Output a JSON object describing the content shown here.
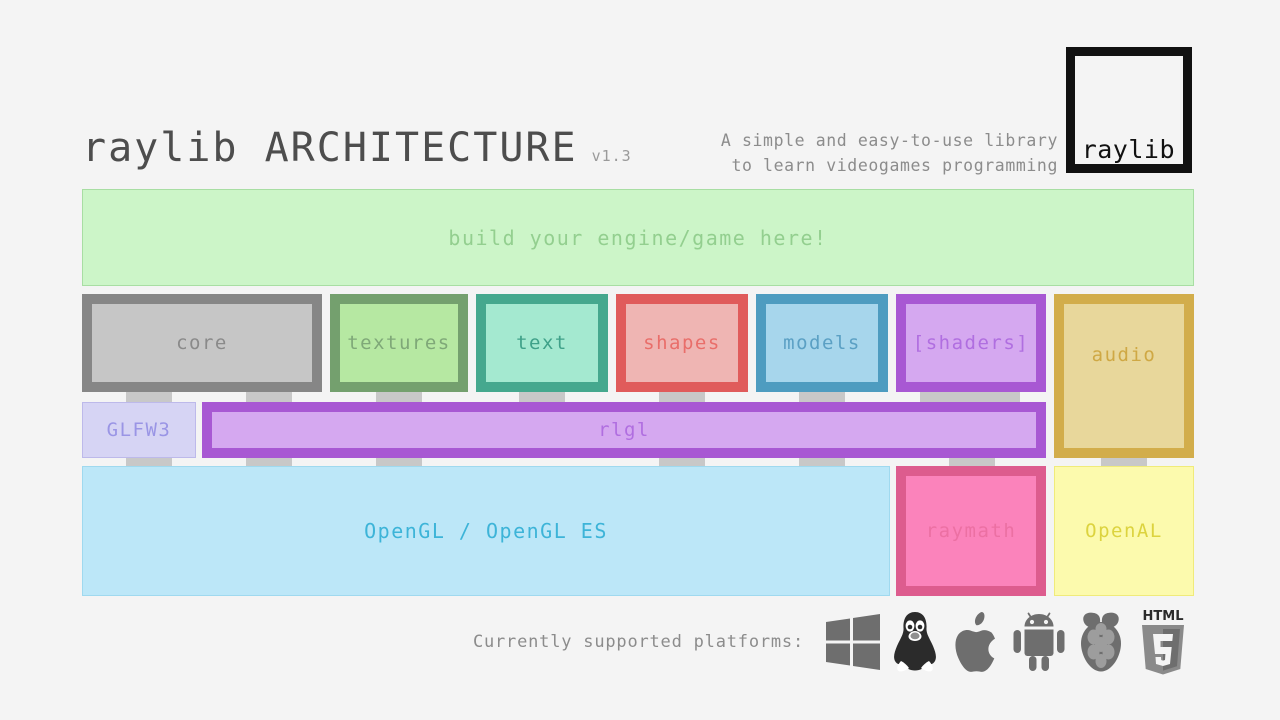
{
  "header": {
    "title": "raylib ARCHITECTURE",
    "version": "v1.3",
    "tagline_line1": "A simple and easy-to-use library",
    "tagline_line2": "to learn videogames programming",
    "logo_text": "raylib"
  },
  "banner": {
    "label": "build your engine/game here!"
  },
  "modules": [
    {
      "id": "core",
      "label": "core",
      "border": "#868686",
      "fill": "#c6c6c6",
      "text": "#8a8a8a"
    },
    {
      "id": "textures",
      "label": "textures",
      "border": "#74a06e",
      "fill": "#b6e8a2",
      "text": "#7fa878"
    },
    {
      "id": "text",
      "label": "text",
      "border": "#45a88e",
      "fill": "#a4e9d0",
      "text": "#3fa189"
    },
    {
      "id": "shapes",
      "label": "shapes",
      "border": "#e05b5b",
      "fill": "#efb5b3",
      "text": "#e96e6a"
    },
    {
      "id": "models",
      "label": "models",
      "border": "#4e9cc0",
      "fill": "#a7d6ec",
      "text": "#5ba0c4"
    },
    {
      "id": "shaders",
      "label": "[shaders]",
      "border": "#a858d3",
      "fill": "#d5a8f0",
      "text": "#b06ee0"
    },
    {
      "id": "audio",
      "label": "audio",
      "border": "#d2ad4b",
      "fill": "#e8d79b",
      "text": "#cfa844"
    }
  ],
  "middle_row": [
    {
      "id": "glfw3",
      "label": "GLFW3",
      "border": "#bdb9ea",
      "fill": "#d6d4f4",
      "text": "#9a95e5"
    },
    {
      "id": "rlgl",
      "label": "rlgl",
      "border": "#a858d3",
      "fill": "#d5a8f0",
      "text": "#b06ee0"
    }
  ],
  "bottom_row": [
    {
      "id": "opengl",
      "label": "OpenGL / OpenGL ES",
      "border": "#9fd9ef",
      "fill": "#bce7f8",
      "text": "#3db4d8"
    },
    {
      "id": "raymath",
      "label": "raymath",
      "border": "#dd5c8e",
      "fill": "#fb83bb",
      "text": "#ec70a3"
    },
    {
      "id": "openal",
      "label": "OpenAL",
      "border": "#f0eb7a",
      "fill": "#fcfaad",
      "text": "#dcd33f"
    }
  ],
  "platforms": {
    "label": "Currently supported platforms:",
    "icons": [
      "windows-icon",
      "linux-tux-icon",
      "apple-icon",
      "android-icon",
      "raspberry-pi-icon",
      "html5-icon"
    ],
    "html5_wordmark": "HTML",
    "html5_number": "5"
  },
  "colors": {
    "background": "#f4f4f4",
    "banner_fill": "#ccf5c8",
    "banner_border": "#a8dea3",
    "banner_text": "#93cf8f",
    "title_text": "#4d4d4d",
    "version_text": "#9a9a9a",
    "tagline_text": "#8c8c8c",
    "logo_border": "#111111",
    "connector_tab": "#c8c8c8",
    "platform_icon": "#6e6e6e"
  }
}
